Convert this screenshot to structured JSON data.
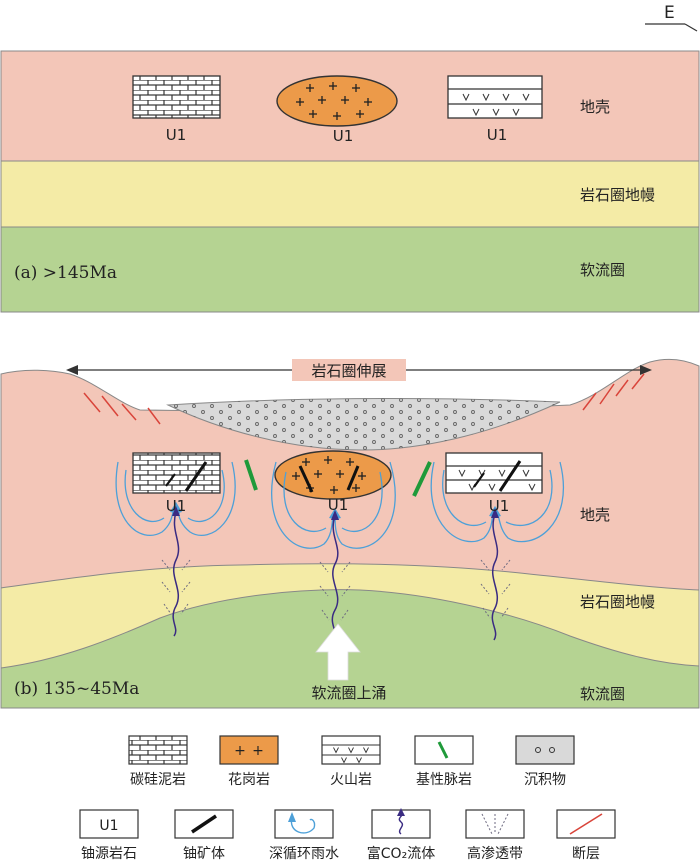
{
  "compass": "E",
  "panel_a": {
    "tag": "(a) >145Ma",
    "layers": {
      "crust": "地壳",
      "mantle": "岩石圈地幔",
      "astho": "软流圈"
    },
    "sources": [
      "U1",
      "U1",
      "U1"
    ]
  },
  "panel_b": {
    "tag": "(b) 135~45Ma",
    "extension": "岩石圈伸展",
    "upwelling": "软流圈上涌",
    "layers": {
      "crust": "地壳",
      "mantle": "岩石圈地幔",
      "astho": "软流圈"
    },
    "sources": [
      "U1",
      "U1",
      "U1"
    ]
  },
  "legend": {
    "row1": [
      "碳硅泥岩",
      "花岗岩",
      "火山岩",
      "基性脉岩",
      "沉积物"
    ],
    "row2": [
      "铀源岩石",
      "铀矿体",
      "深循环雨水",
      "富CO₂流体",
      "高渗透带",
      "断层"
    ],
    "source_symbol": "U1"
  },
  "colors": {
    "crust": "#f3c6b8",
    "mantle": "#f4eba6",
    "astho": "#b5d392",
    "granite": "#ec9a49",
    "sediment": "#d9d9d9",
    "fluid": "#4da0d8",
    "co2": "#3a2b82",
    "dike": "#1f9a3a",
    "fault": "#d9443a"
  }
}
